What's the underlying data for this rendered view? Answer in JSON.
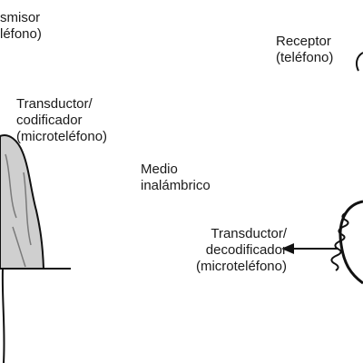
{
  "labels": {
    "transmitter": {
      "line1": "smisor",
      "line2": "léfono)"
    },
    "receiver": {
      "line1": "Receptor",
      "line2": "(teléfono)"
    },
    "encoder": {
      "line1": "Transductor/",
      "line2": "codificador",
      "line3": "(microteléfono)"
    },
    "medium": {
      "line1": "Medio",
      "line2": "inalámbrico"
    },
    "decoder": {
      "line1": "Transductor/",
      "line2": "decodificador",
      "line3": "(microteléfono)"
    }
  },
  "colors": {
    "line": "#111111",
    "fill": "#cfcfcf",
    "hatch": "#7a7a7a"
  }
}
